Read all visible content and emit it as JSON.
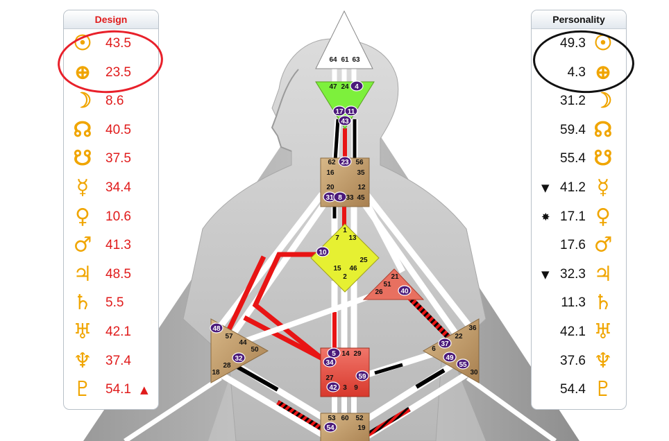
{
  "design": {
    "title": "Design",
    "rows": [
      {
        "icon": "sun-icon",
        "symbol": "☉",
        "value": "43.5",
        "mark": ""
      },
      {
        "icon": "earth-icon",
        "symbol": "⊕",
        "value": "23.5",
        "mark": ""
      },
      {
        "icon": "moon-icon",
        "symbol": "☽",
        "value": "8.6",
        "mark": ""
      },
      {
        "icon": "north-node-icon",
        "symbol": "☊",
        "value": "40.5",
        "mark": ""
      },
      {
        "icon": "south-node-icon",
        "symbol": "☋",
        "value": "37.5",
        "mark": ""
      },
      {
        "icon": "mercury-icon",
        "symbol": "☿",
        "value": "34.4",
        "mark": ""
      },
      {
        "icon": "venus-icon",
        "symbol": "♀",
        "value": "10.6",
        "mark": ""
      },
      {
        "icon": "mars-icon",
        "symbol": "♂",
        "value": "41.3",
        "mark": ""
      },
      {
        "icon": "jupiter-icon",
        "symbol": "♃",
        "value": "48.5",
        "mark": ""
      },
      {
        "icon": "saturn-icon",
        "symbol": "♄",
        "value": "5.5",
        "mark": ""
      },
      {
        "icon": "uranus-icon",
        "symbol": "♅",
        "value": "42.1",
        "mark": ""
      },
      {
        "icon": "neptune-icon",
        "symbol": "♆",
        "value": "37.4",
        "mark": ""
      },
      {
        "icon": "pluto-icon",
        "symbol": "♇",
        "value": "54.1",
        "mark": "▲"
      }
    ]
  },
  "personality": {
    "title": "Personality",
    "rows": [
      {
        "icon": "sun-icon",
        "symbol": "☉",
        "value": "49.3",
        "mark": ""
      },
      {
        "icon": "earth-icon",
        "symbol": "⊕",
        "value": "4.3",
        "mark": ""
      },
      {
        "icon": "moon-icon",
        "symbol": "☽",
        "value": "31.2",
        "mark": ""
      },
      {
        "icon": "north-node-icon",
        "symbol": "☊",
        "value": "59.4",
        "mark": ""
      },
      {
        "icon": "south-node-icon",
        "symbol": "☋",
        "value": "55.4",
        "mark": ""
      },
      {
        "icon": "mercury-icon",
        "symbol": "☿",
        "value": "41.2",
        "mark": "▼"
      },
      {
        "icon": "venus-icon",
        "symbol": "♀",
        "value": "17.1",
        "mark": "✸"
      },
      {
        "icon": "mars-icon",
        "symbol": "♂",
        "value": "17.6",
        "mark": ""
      },
      {
        "icon": "jupiter-icon",
        "symbol": "♃",
        "value": "32.3",
        "mark": "▼"
      },
      {
        "icon": "saturn-icon",
        "symbol": "♄",
        "value": "11.3",
        "mark": ""
      },
      {
        "icon": "uranus-icon",
        "symbol": "♅",
        "value": "42.1",
        "mark": ""
      },
      {
        "icon": "neptune-icon",
        "symbol": "♆",
        "value": "37.6",
        "mark": ""
      },
      {
        "icon": "pluto-icon",
        "symbol": "♇",
        "value": "54.4",
        "mark": ""
      }
    ]
  },
  "bodygraph": {
    "centers": {
      "head": {
        "gates": [
          "64",
          "61",
          "63"
        ]
      },
      "ajna": {
        "gates": [
          "47",
          "24",
          "4",
          "17",
          "11",
          "43"
        ]
      },
      "throat": {
        "gates": [
          "62",
          "23",
          "56",
          "16",
          "35",
          "20",
          "12",
          "31",
          "8",
          "33",
          "45"
        ]
      },
      "g": {
        "gates": [
          "1",
          "7",
          "13",
          "10",
          "25",
          "15",
          "46",
          "2"
        ]
      },
      "heart": {
        "gates": [
          "21",
          "51",
          "26",
          "40"
        ]
      },
      "spleen": {
        "gates": [
          "48",
          "57",
          "44",
          "50",
          "32",
          "28",
          "18"
        ]
      },
      "sacral": {
        "gates": [
          "5",
          "14",
          "29",
          "34",
          "27",
          "59",
          "42",
          "3",
          "9"
        ]
      },
      "solar_plexus": {
        "gates": [
          "36",
          "22",
          "37",
          "6",
          "49",
          "55",
          "30"
        ]
      },
      "root": {
        "gates": [
          "53",
          "60",
          "52",
          "54",
          "19"
        ]
      }
    },
    "colors": {
      "design": "#e81414",
      "personality": "#000000",
      "head_center": "#ffffff",
      "ajna_center": "#7df03c",
      "motor_center": "#c8a070",
      "g_center": "#e6f032",
      "heart_center": "#e87060",
      "sacral_center": "#e84a3c",
      "active_gate": "#4b1a7a"
    }
  }
}
